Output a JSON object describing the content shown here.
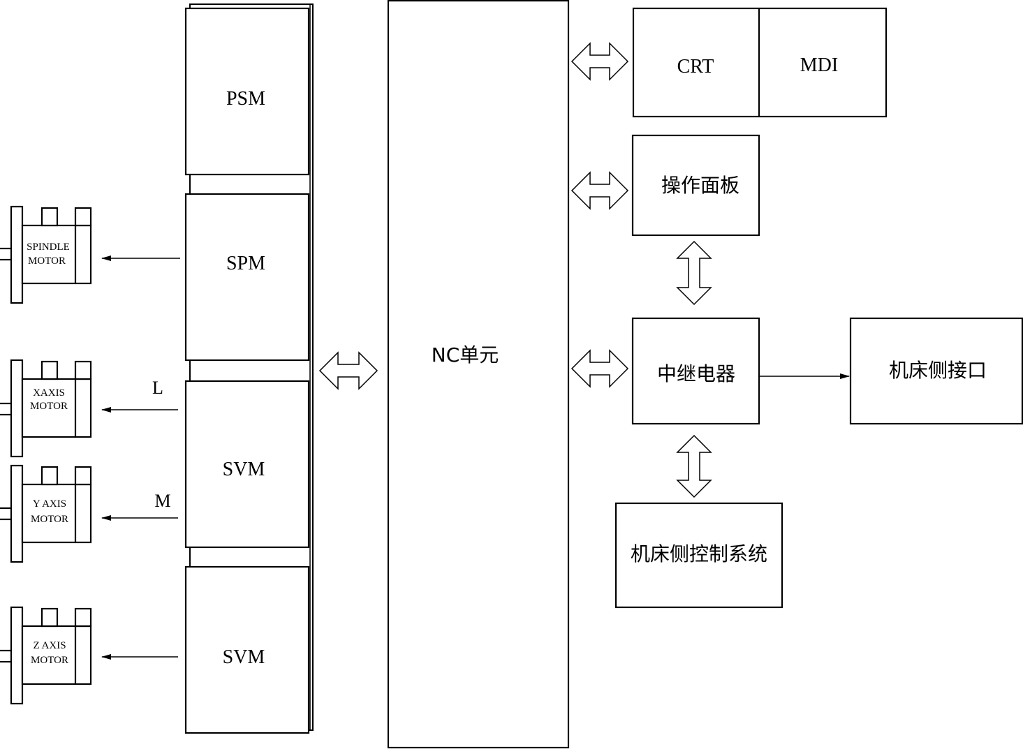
{
  "modules": {
    "psm": "PSM",
    "spm": "SPM",
    "svm1": "SVM",
    "svm2": "SVM"
  },
  "nc_unit": "NC单元",
  "crt": "CRT",
  "mdi": "MDI",
  "operation_panel": "操作面板",
  "relay": "中继电器",
  "machine_interface": "机床侧接口",
  "machine_control": "机床侧控制系统",
  "motors": {
    "spindle": [
      "SPINDLE",
      "MOTOR"
    ],
    "x_axis": [
      "XAXIS",
      "MOTOR"
    ],
    "y_axis": [
      "Y AXIS",
      "MOTOR"
    ],
    "z_axis": [
      "Z AXIS",
      "MOTOR"
    ]
  },
  "signal_labels": {
    "l": "L",
    "m": "M"
  }
}
